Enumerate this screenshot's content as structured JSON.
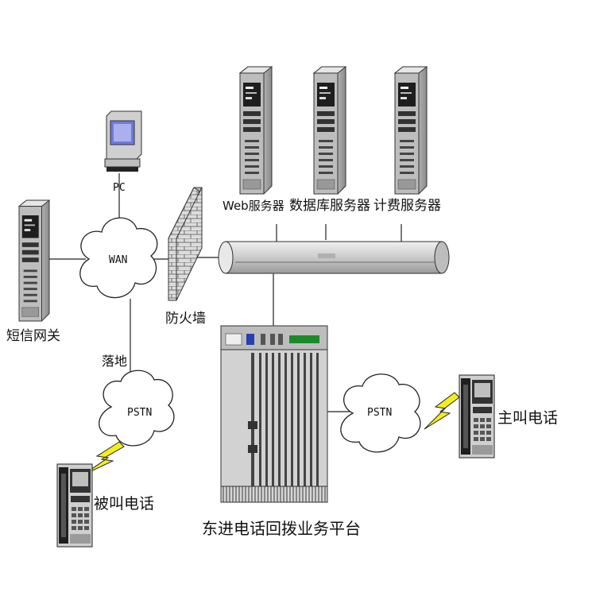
{
  "nodes": {
    "sms_gateway": "短信网关",
    "pc": "PC",
    "wan": "WAN",
    "firewall": "防火墙",
    "web_server": "Web服务器",
    "db_server": "数据库服务器",
    "billing_server": "计费服务器",
    "landing": "落地",
    "pstn_left": "PSTN",
    "pstn_right": "PSTN",
    "called_phone": "被叫电话",
    "calling_phone": "主叫电话",
    "platform": "东进电话回拨业务平台"
  },
  "colors": {
    "server_body": "#cfcfcf",
    "server_dark": "#2a2a2a",
    "pipe": "#c8c8c8",
    "brick": "#d9d9d9",
    "lightning": "#f3ee1d",
    "line": "#222222"
  }
}
